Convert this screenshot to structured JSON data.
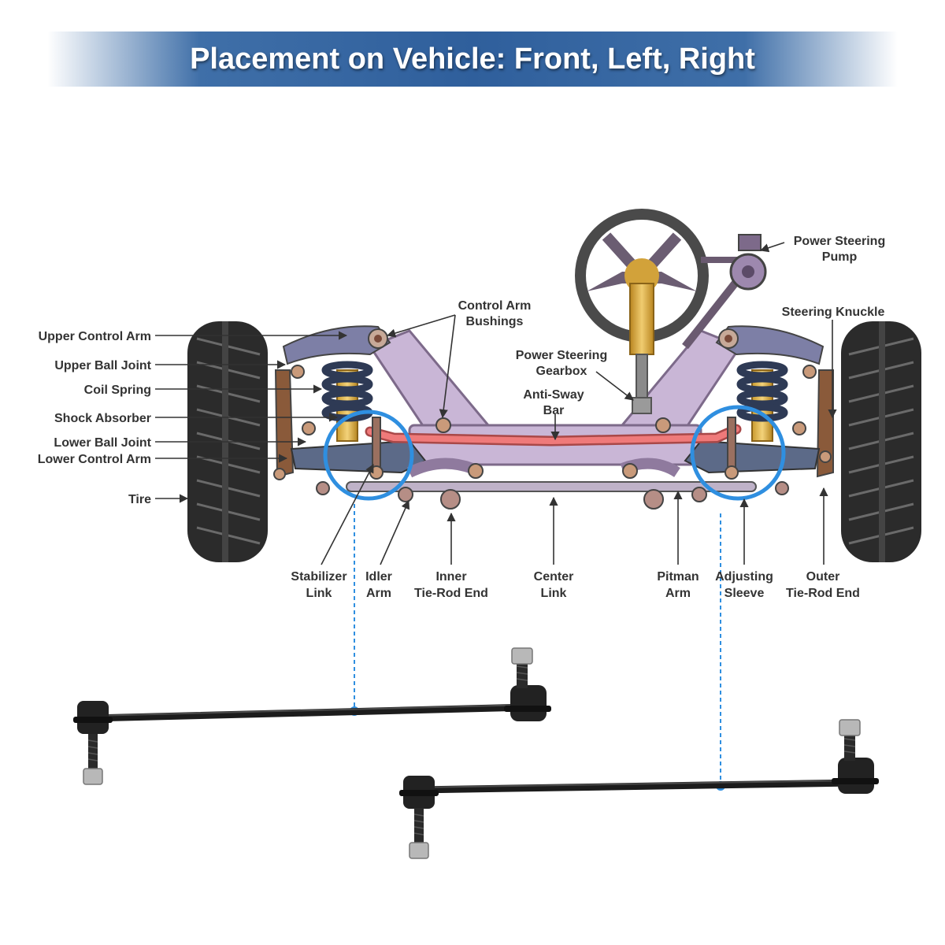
{
  "header": {
    "title": "Placement on Vehicle: Front, Left, Right"
  },
  "colors": {
    "banner": "#2f5f9c",
    "highlight_circle": "#2f8fe0",
    "anti_sway_bar": "#e86a6a",
    "frame": "#c9b6d6"
  },
  "labels": {
    "upper_control_arm": "Upper Control Arm",
    "upper_ball_joint": "Upper Ball Joint",
    "coil_spring": "Coil Spring",
    "shock_absorber": "Shock Absorber",
    "lower_ball_joint": "Lower Ball Joint",
    "lower_control_arm": "Lower Control Arm",
    "tire": "Tire",
    "control_arm_bushings": [
      "Control Arm",
      "Bushings"
    ],
    "power_steering_gearbox": [
      "Power Steering",
      "Gearbox"
    ],
    "anti_sway_bar": [
      "Anti-Sway",
      "Bar"
    ],
    "power_steering_pump": [
      "Power Steering",
      "Pump"
    ],
    "steering_knuckle": "Steering Knuckle",
    "stabilizer_link": [
      "Stabilizer",
      "Link"
    ],
    "idler_arm": [
      "Idler",
      "Arm"
    ],
    "inner_tie_rod_end": [
      "Inner",
      "Tie-Rod End"
    ],
    "center_link": [
      "Center",
      "Link"
    ],
    "pitman_arm": [
      "Pitman",
      "Arm"
    ],
    "adjusting_sleeve": [
      "Adjusting",
      "Sleeve"
    ],
    "outer_tie_rod_end": [
      "Outer",
      "Tie-Rod End"
    ]
  }
}
